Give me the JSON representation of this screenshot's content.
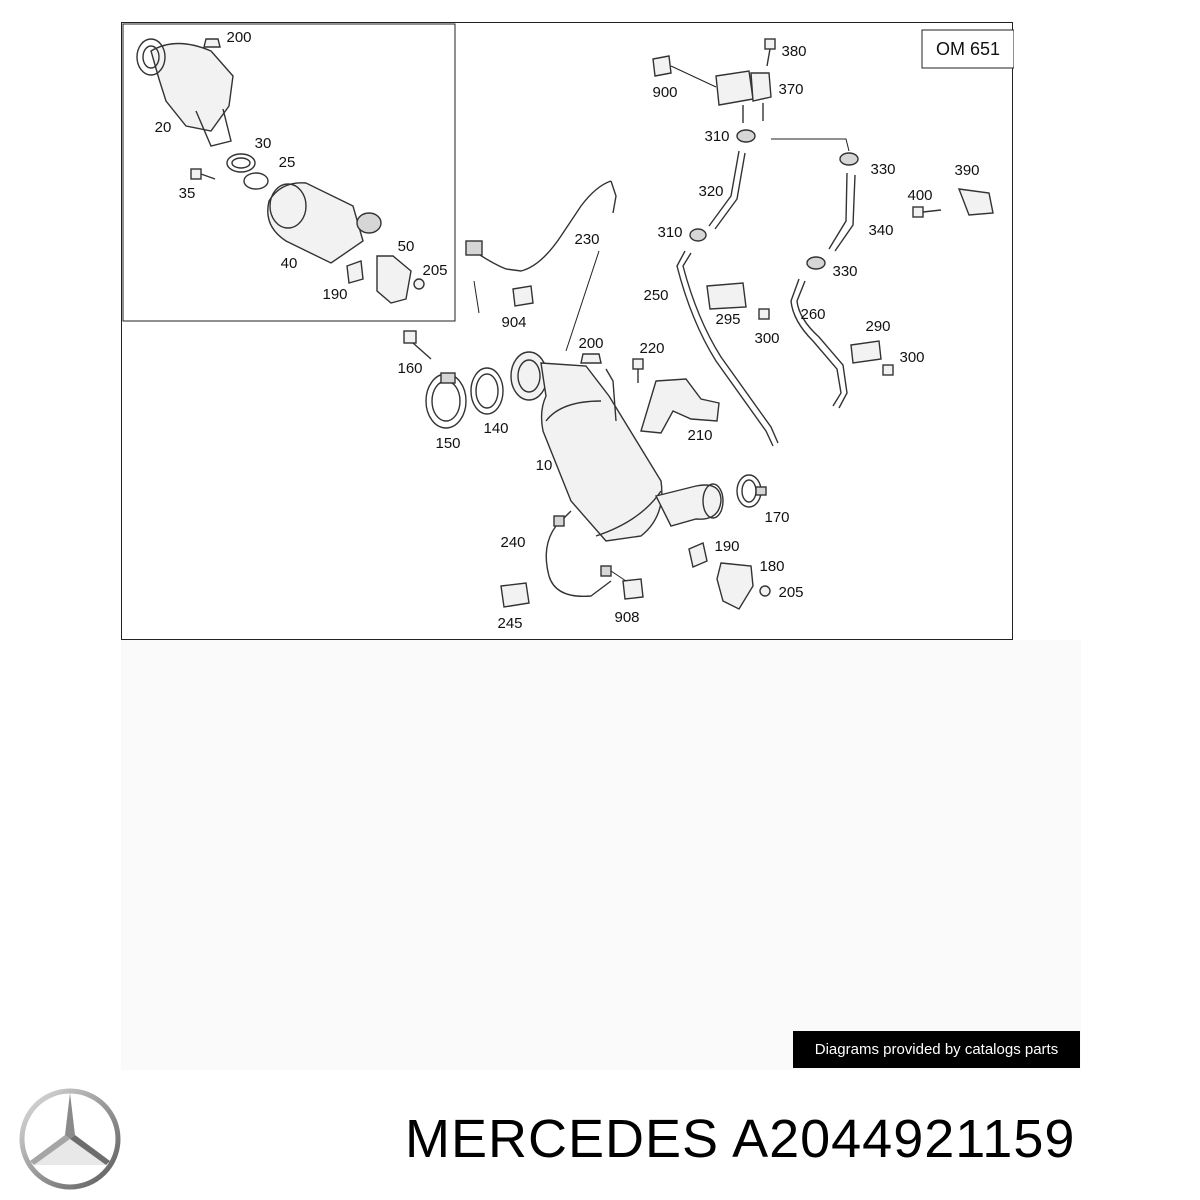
{
  "diagram": {
    "engine_code": "OM 651",
    "labels": {
      "l200a": "200",
      "l20": "20",
      "l30": "30",
      "l25": "25",
      "l35": "35",
      "l40": "40",
      "l50": "50",
      "l205a": "205",
      "l190a": "190",
      "l230": "230",
      "l904": "904",
      "l380": "380",
      "l370": "370",
      "l900": "900",
      "l310a": "310",
      "l330a": "330",
      "l320": "320",
      "l310b": "310",
      "l340": "340",
      "l330b": "330",
      "l390": "390",
      "l400": "400",
      "l250": "250",
      "l295": "295",
      "l300a": "300",
      "l260": "260",
      "l290": "290",
      "l300b": "300",
      "l160": "160",
      "l200b": "200",
      "l220": "220",
      "l150": "150",
      "l140": "140",
      "l210": "210",
      "l10": "10",
      "l170": "170",
      "l240": "240",
      "l190b": "190",
      "l180": "180",
      "l205b": "205",
      "l245": "245",
      "l908": "908"
    }
  },
  "credit": "Diagrams provided by catalogs parts",
  "title": "MERCEDES A2044921159"
}
